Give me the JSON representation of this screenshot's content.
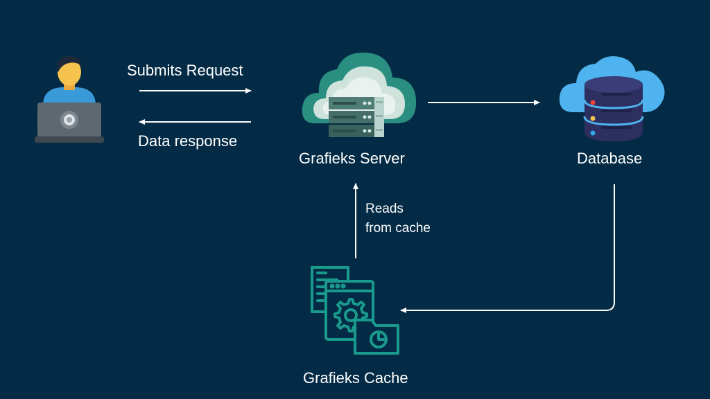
{
  "labels": {
    "submit_request": "Submits Request",
    "data_response": "Data response",
    "server": "Grafieks Server",
    "database": "Database",
    "reads_line1": "Reads",
    "reads_line2": "from cache",
    "cache": "Grafieks Cache"
  },
  "icons": {
    "user": "user-laptop-icon",
    "server": "cloud-server-icon",
    "database": "cloud-database-icon",
    "cache": "cache-settings-icon"
  },
  "colors": {
    "background": "#042b45",
    "arrow": "#ffffff",
    "user_skin": "#f6c34f",
    "user_shirt": "#3a9ad9",
    "laptop": "#5d6870",
    "cloud_db": "#4fb3ef",
    "cloud_server": "#2a8f80",
    "db_stack": "#2d2f61",
    "cache_stroke": "#1a9a8c",
    "led_red": "#f0443a",
    "led_yellow": "#f6c34f",
    "led_blue": "#36a8ee"
  }
}
